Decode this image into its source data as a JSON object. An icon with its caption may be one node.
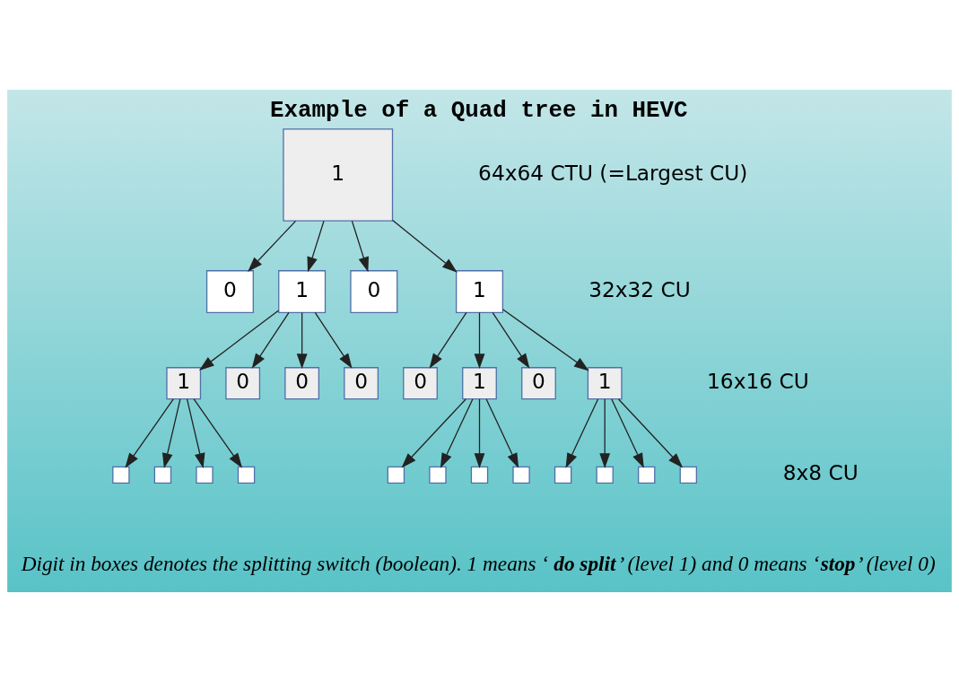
{
  "diagram": {
    "title": "Example of a Quad tree in HEVC",
    "caption": "Digit in boxes denotes the splitting switch (boolean). 1 means ‘**do split**’ (level 1) and 0 means ‘**stop**’ (level 0)",
    "nodes": [
      {
        "text": [
          "1"
        ]
      },
      {
        "text": [
          "0"
        ]
      },
      {
        "text": [
          "1"
        ]
      },
      {
        "text": [
          "0"
        ]
      },
      {
        "text": [
          "1"
        ]
      },
      {
        "text": [
          "1"
        ]
      },
      {
        "text": [
          "0"
        ]
      },
      {
        "text": [
          "0"
        ]
      },
      {
        "text": [
          "0"
        ]
      },
      {
        "text": [
          "0"
        ]
      },
      {
        "text": [
          "1"
        ]
      },
      {
        "text": [
          "0"
        ]
      },
      {
        "text": [
          "1"
        ]
      },
      {
        "text": [],
        "shape": "box"
      },
      {
        "text": [],
        "shape": "box"
      },
      {
        "text": [],
        "shape": "box"
      },
      {
        "text": [],
        "shape": "box"
      },
      {
        "text": [],
        "shape": "box"
      },
      {
        "text": [],
        "shape": "box"
      },
      {
        "text": [],
        "shape": "box"
      },
      {
        "text": [],
        "shape": "box"
      },
      {
        "text": [],
        "shape": "box"
      },
      {
        "text": [],
        "shape": "box"
      },
      {
        "text": [],
        "shape": "box"
      },
      {
        "text": [],
        "shape": "box"
      }
    ],
    "edges": [
      {
        "from": 0,
        "to": 1,
        "arrow": "to"
      },
      {
        "from": 0,
        "to": 2,
        "arrow": "to"
      },
      {
        "from": 0,
        "to": 3,
        "arrow": "to"
      },
      {
        "from": 0,
        "to": 4,
        "arrow": "to"
      },
      {
        "from": 2,
        "to": 5,
        "arrow": "to"
      },
      {
        "from": 2,
        "to": 6,
        "arrow": "to"
      },
      {
        "from": 2,
        "to": 7,
        "arrow": "to"
      },
      {
        "from": 2,
        "to": 8,
        "arrow": "to"
      },
      {
        "from": 4,
        "to": 9,
        "arrow": "to"
      },
      {
        "from": 4,
        "to": 10,
        "arrow": "to"
      },
      {
        "from": 4,
        "to": 11,
        "arrow": "to"
      },
      {
        "from": 4,
        "to": 12,
        "arrow": "to"
      },
      {
        "from": 5,
        "to": 13,
        "arrow": "to"
      },
      {
        "from": 5,
        "to": 14,
        "arrow": "to"
      },
      {
        "from": 5,
        "to": 15,
        "arrow": "to"
      },
      {
        "from": 5,
        "to": 16,
        "arrow": "to"
      },
      {
        "from": 10,
        "to": 17,
        "arrow": "to"
      },
      {
        "from": 10,
        "to": 18,
        "arrow": "to"
      },
      {
        "from": 10,
        "to": 19,
        "arrow": "to"
      },
      {
        "from": 10,
        "to": 20,
        "arrow": "to"
      },
      {
        "from": 12,
        "to": 21,
        "arrow": "to"
      },
      {
        "from": 12,
        "to": 22,
        "arrow": "to"
      },
      {
        "from": 12,
        "to": 23,
        "arrow": "to"
      },
      {
        "from": 12,
        "to": 24,
        "arrow": "to"
      }
    ],
    "labels": [
      "64x64 CTU (=Largest CU)",
      "32x32 CU",
      "16x16 CU",
      "8x8 CU"
    ]
  }
}
